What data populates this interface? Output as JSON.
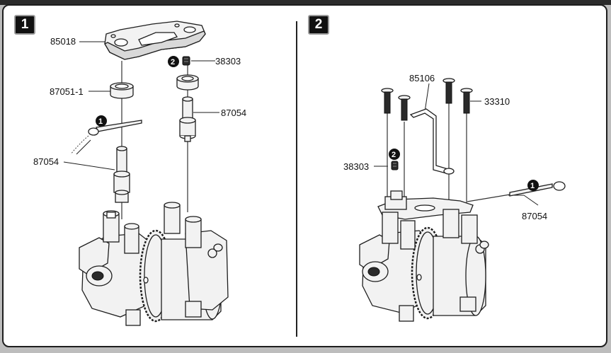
{
  "steps": {
    "step1": "1",
    "step2": "2"
  },
  "panel1": {
    "labels": {
      "plate": "85018",
      "cap_screw": "38303",
      "bushing": "87051-1",
      "shaft_right": "87054",
      "shaft_left": "87054"
    },
    "callouts": {
      "c1": "1",
      "c2": "2"
    }
  },
  "panel2": {
    "labels": {
      "wire": "85106",
      "screws": "33310",
      "cap_screw": "38303",
      "rod": "87054"
    },
    "callouts": {
      "c1": "1",
      "c2": "2"
    }
  },
  "colors": {
    "outline": "#1e1e1e",
    "panel": "#ffffff",
    "background": "#bdbdbd",
    "part_fill": "#f2f2f2",
    "part_dark": "#2a2a2a"
  }
}
